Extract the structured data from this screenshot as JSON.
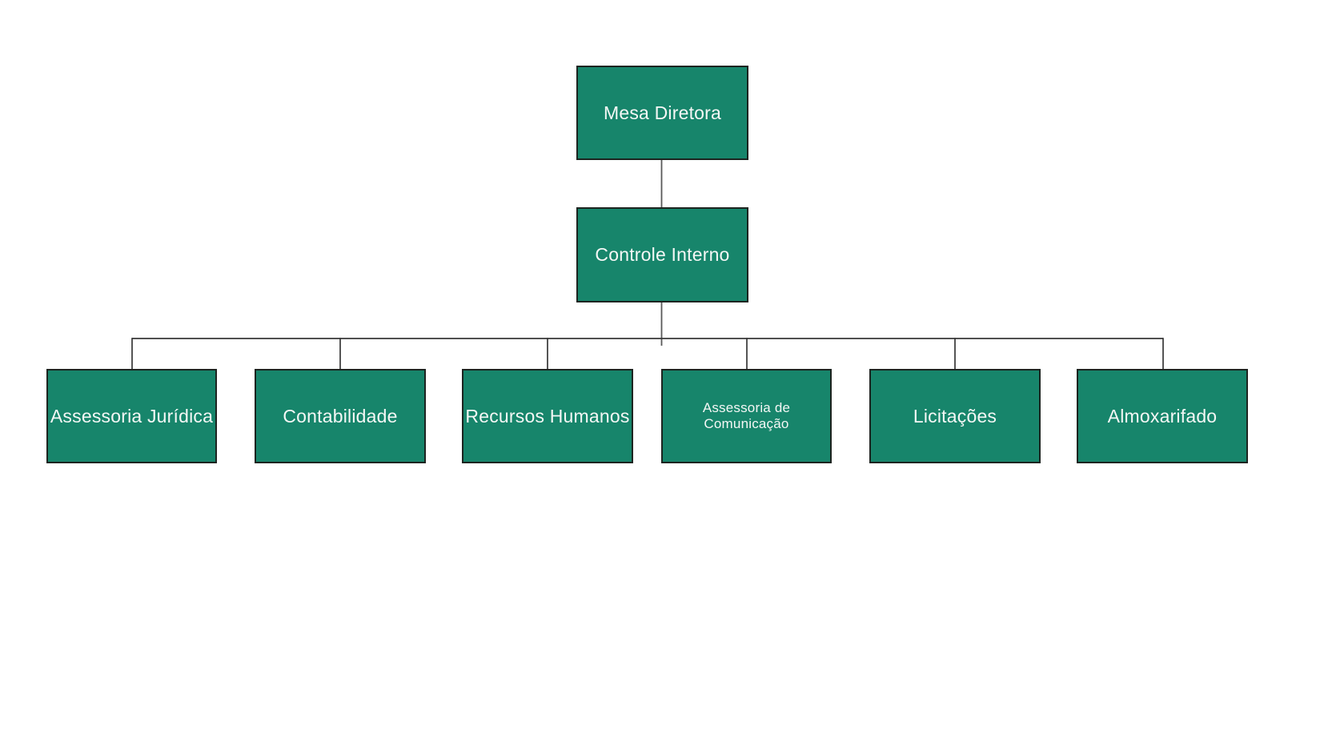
{
  "diagram": {
    "type": "org-chart",
    "background": "#FFFFFF",
    "colors": {
      "node_fill": "#17856B",
      "node_border": "#1D2420",
      "node_text": "#F4F7F5",
      "connector_dark": "#373737",
      "connector_gray": "#5A5A5A"
    },
    "nodes": {
      "root": {
        "id": "mesa-diretora",
        "label": "Mesa Diretora"
      },
      "level2": {
        "id": "controle-interno",
        "label": "Controle Interno"
      },
      "level3": [
        {
          "id": "assessoria-juridica",
          "label": "Assessoria Jurídica"
        },
        {
          "id": "contabilidade",
          "label": "Contabilidade"
        },
        {
          "id": "recursos-humanos",
          "label": "Recursos Humanos"
        },
        {
          "id": "assessoria-comunicacao",
          "label": "Assessoria de Comunicação"
        },
        {
          "id": "licitacoes",
          "label": "Licitações"
        },
        {
          "id": "almoxarifado",
          "label": "Almoxarifado"
        }
      ]
    },
    "hierarchy": [
      {
        "parent": "Mesa Diretora",
        "child": "Controle Interno"
      },
      {
        "parent": "Controle Interno",
        "child": "Assessoria Jurídica"
      },
      {
        "parent": "Controle Interno",
        "child": "Contabilidade"
      },
      {
        "parent": "Controle Interno",
        "child": "Recursos Humanos"
      },
      {
        "parent": "Controle Interno",
        "child": "Assessoria de Comunicação"
      },
      {
        "parent": "Controle Interno",
        "child": "Licitações"
      },
      {
        "parent": "Controle Interno",
        "child": "Almoxarifado"
      }
    ]
  }
}
